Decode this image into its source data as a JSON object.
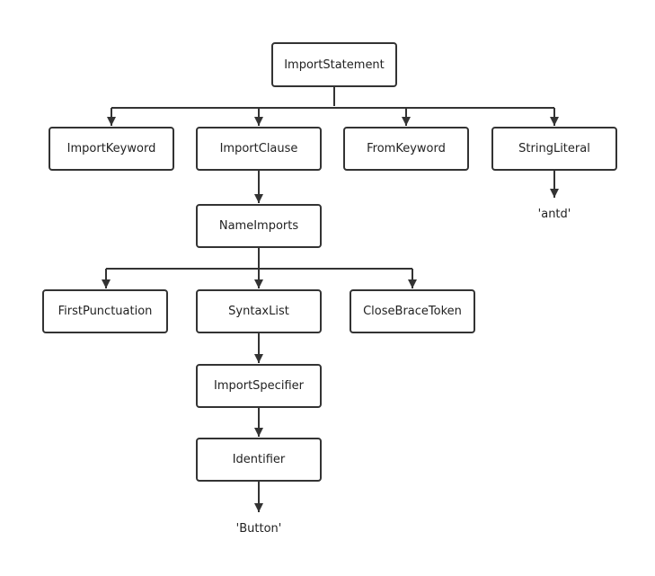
{
  "nodes": {
    "import_statement": "ImportStatement",
    "import_keyword": "ImportKeyword",
    "import_clause": "ImportClause",
    "from_keyword": "FromKeyword",
    "string_literal": "StringLiteral",
    "name_imports": "NameImports",
    "first_punctuation": "FirstPunctuation",
    "syntax_list": "SyntaxList",
    "close_brace_token": "CloseBraceToken",
    "import_specifier": "ImportSpecifier",
    "identifier": "Identifier"
  },
  "leaves": {
    "antd": "'antd'",
    "button": "'Button'"
  },
  "colors": {
    "line": "#333333",
    "border": "#333333",
    "text": "#222222"
  }
}
